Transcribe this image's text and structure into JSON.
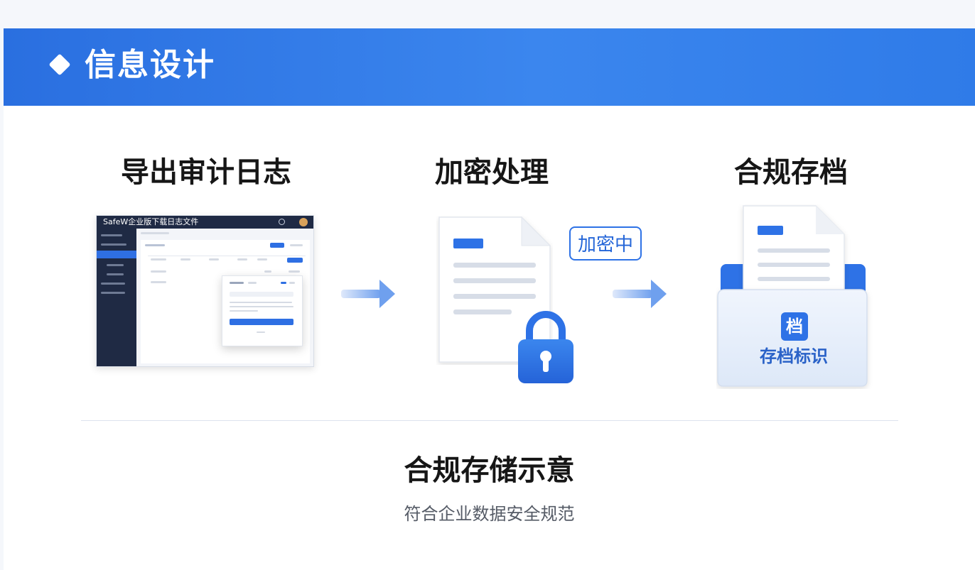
{
  "header": {
    "title": "信息设计"
  },
  "steps": [
    {
      "title": "导出审计日志",
      "mock_app_title": "SafeW企业版下载日志文件"
    },
    {
      "title": "加密处理",
      "badge": "加密中"
    },
    {
      "title": "合规存档",
      "folder_badge": "档",
      "folder_label": "存档标识"
    }
  ],
  "summary": {
    "title": "合规存储示意",
    "subtitle": "符合企业数据安全规范"
  },
  "colors": {
    "primary": "#2e72e6",
    "header_start": "#2a6fe0",
    "header_end": "#3b86ee",
    "sidebar_dark": "#1f2a44"
  },
  "icons": [
    "diamond-icon",
    "arrow-right-icon",
    "document-icon",
    "padlock-icon",
    "folder-icon"
  ]
}
